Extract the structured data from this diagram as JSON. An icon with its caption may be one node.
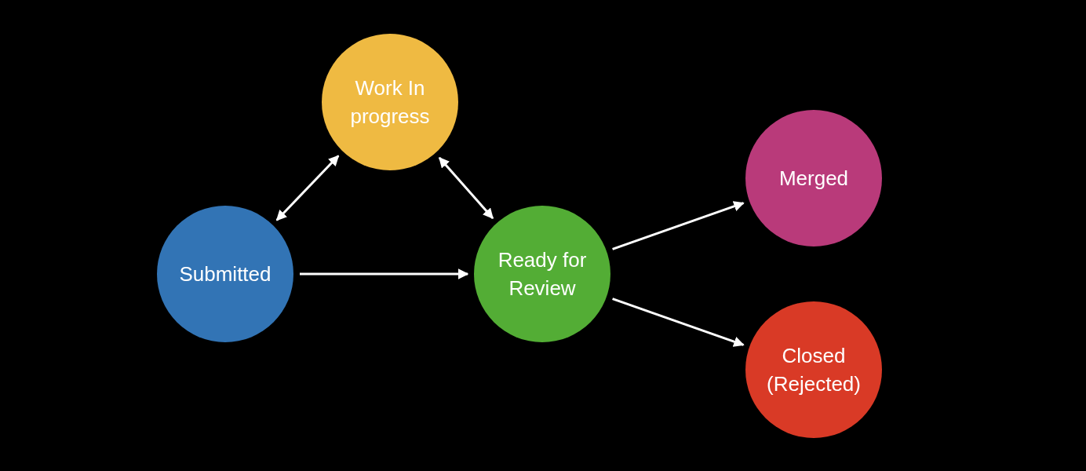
{
  "diagram": {
    "nodes": [
      {
        "text": [
          "Submitted"
        ]
      },
      {
        "text": [
          "Work In progress"
        ]
      },
      {
        "text": [
          "Ready for Review"
        ]
      },
      {
        "text": [
          "Merged"
        ]
      },
      {
        "text": [
          "Closed (Rejected)"
        ]
      }
    ],
    "edges": [
      {
        "from": 0,
        "to": 1,
        "arrow": "both"
      },
      {
        "from": 1,
        "to": 2,
        "arrow": "both"
      },
      {
        "from": 0,
        "to": 2,
        "arrow": "to"
      },
      {
        "from": 2,
        "to": 3,
        "arrow": "to"
      },
      {
        "from": 2,
        "to": 4,
        "arrow": "to"
      }
    ]
  }
}
